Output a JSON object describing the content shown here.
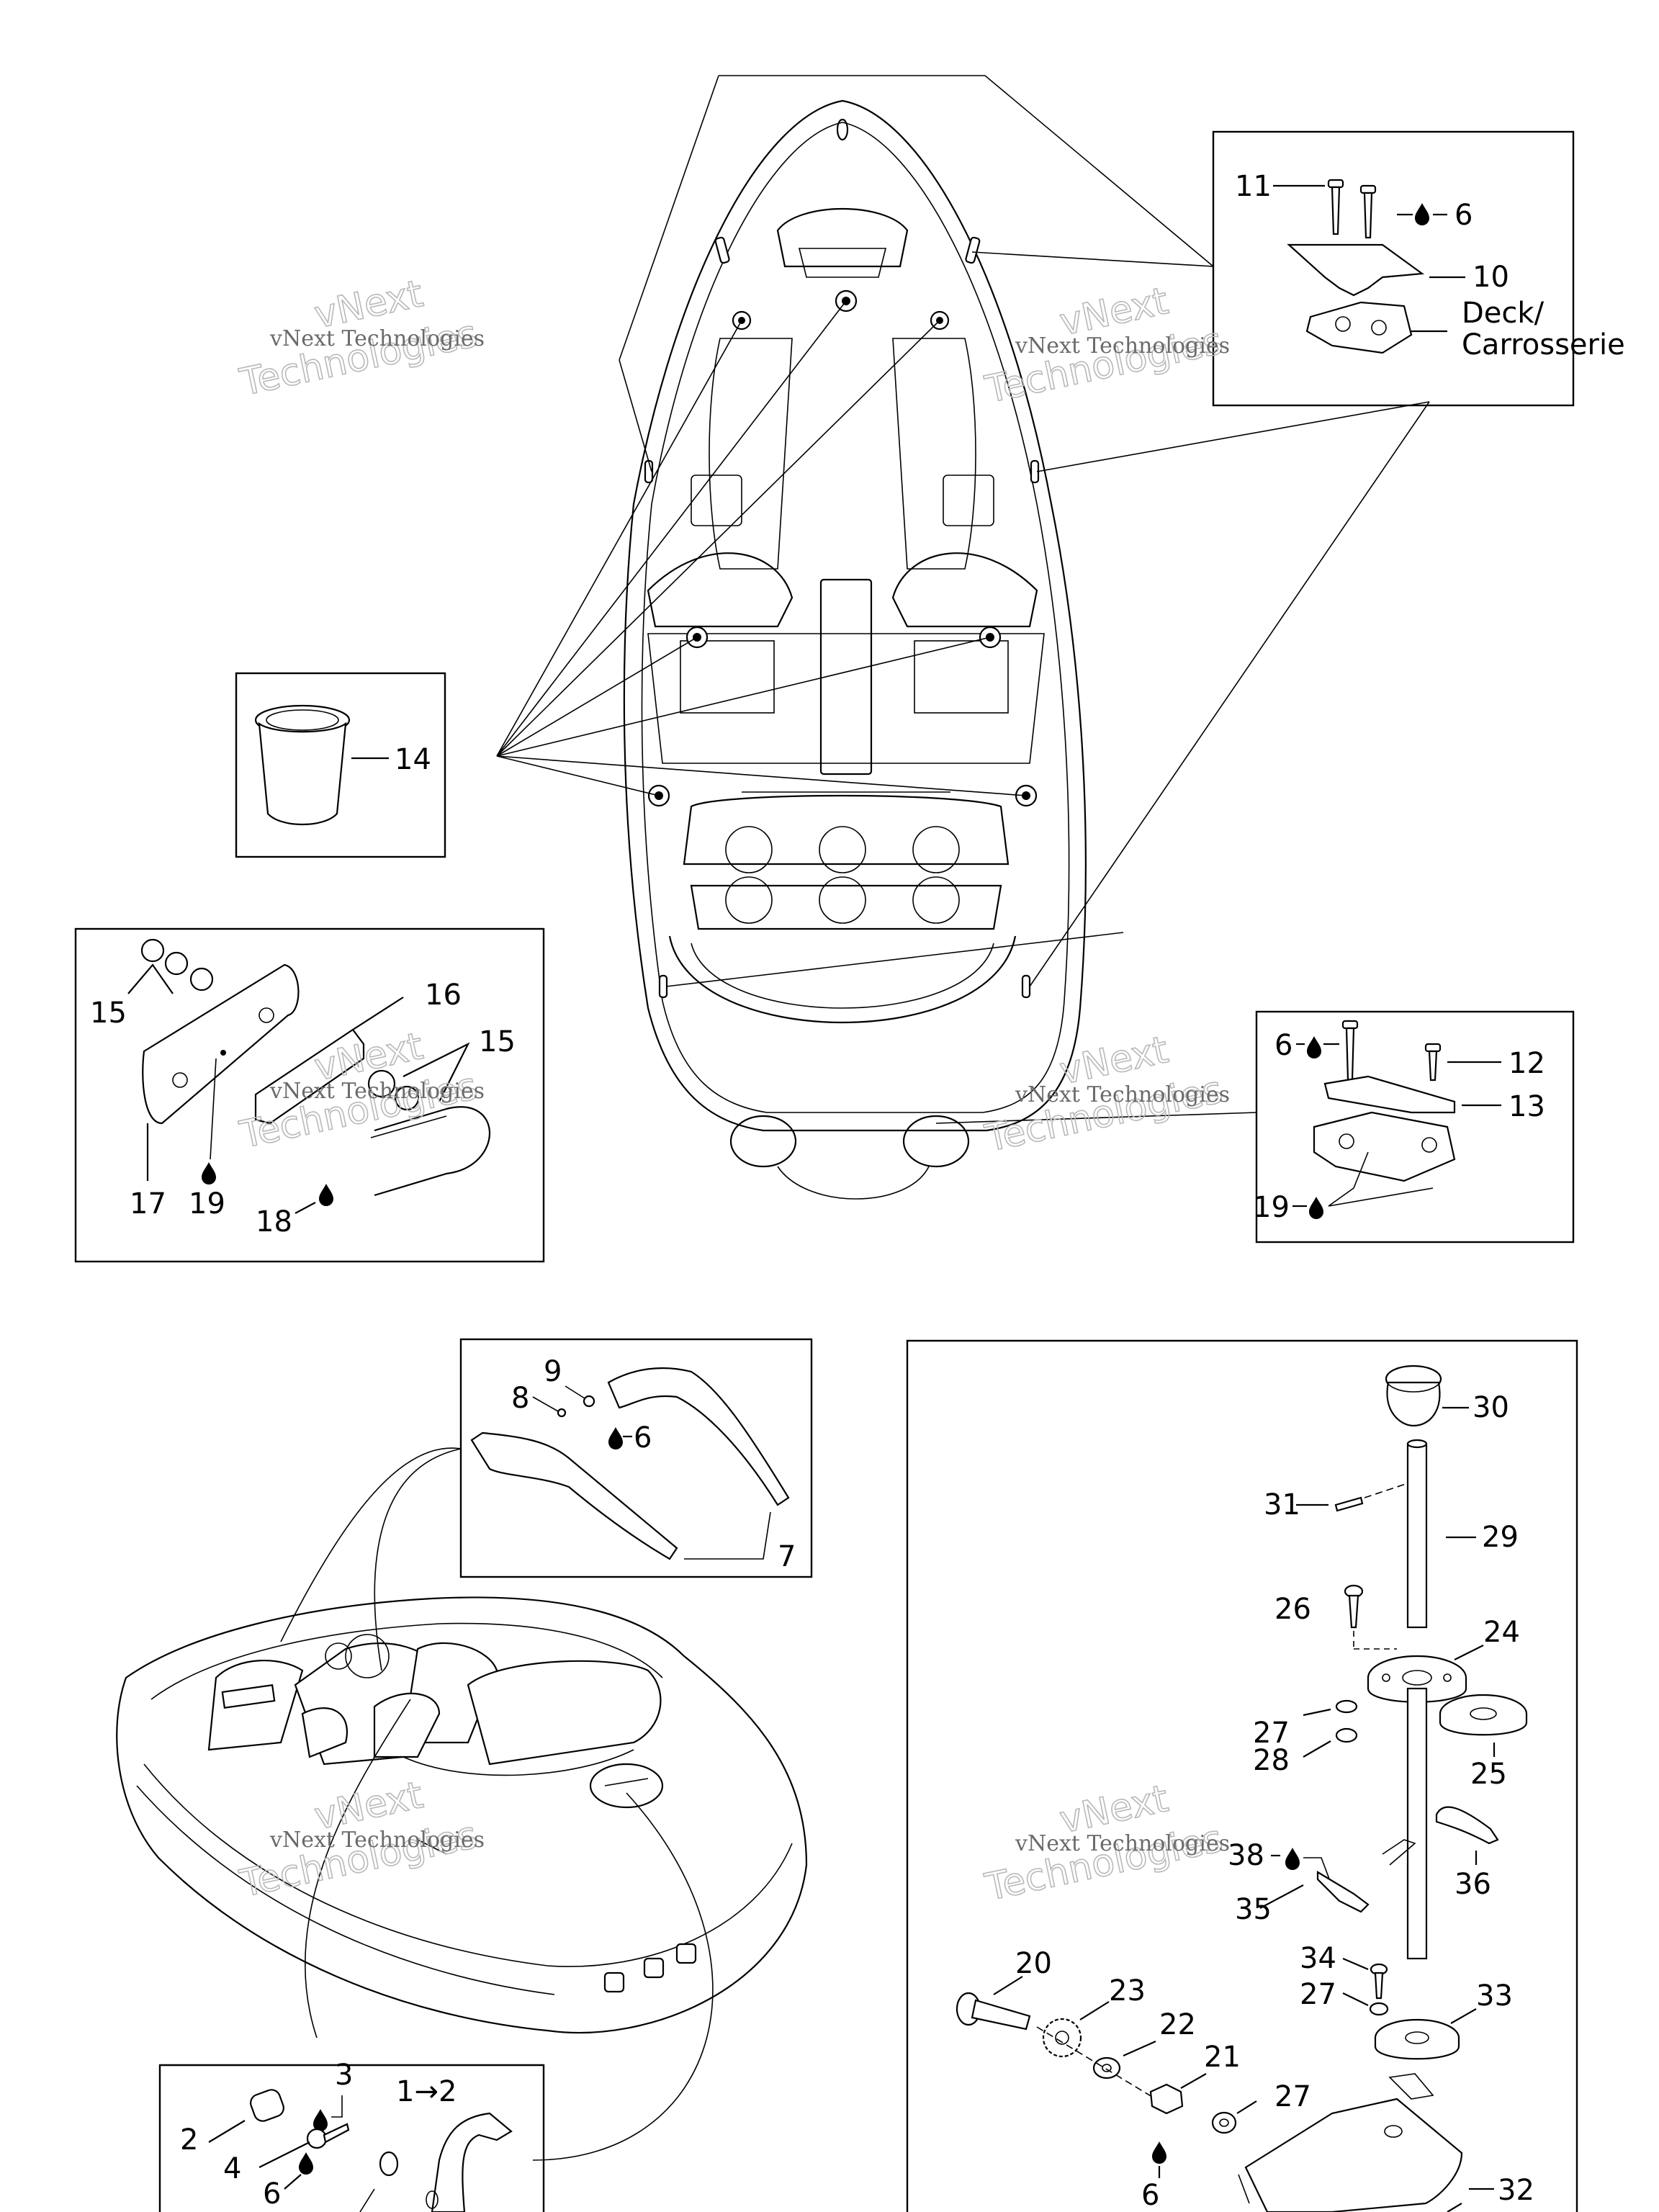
{
  "watermark": {
    "line1": "vNext Technologies",
    "line2a": "vNext",
    "line2b": "Technologies"
  },
  "labels": {
    "p1_2": "1→2",
    "p2": "2",
    "p3": "3",
    "p4": "4",
    "p6": "6",
    "p7": "7",
    "p8": "8",
    "p9": "9",
    "p10": "10",
    "p11": "11",
    "p12": "12",
    "p13": "13",
    "p14": "14",
    "p15": "15",
    "p16": "16",
    "p17": "17",
    "p18": "18",
    "p19": "19",
    "p20": "20",
    "p21": "21",
    "p22": "22",
    "p23": "23",
    "p24": "24",
    "p25": "25",
    "p26": "26",
    "p27": "27",
    "p28": "28",
    "p29": "29",
    "p30": "30",
    "p31": "31",
    "p32": "32",
    "p33": "33",
    "p34": "34",
    "p35": "35",
    "p36": "36",
    "p38": "38",
    "deck_line1": "Deck/",
    "deck_line2": "Carrosserie"
  },
  "icons": {
    "adhesive": "drop-icon",
    "arrow": "arrow-right-icon"
  }
}
